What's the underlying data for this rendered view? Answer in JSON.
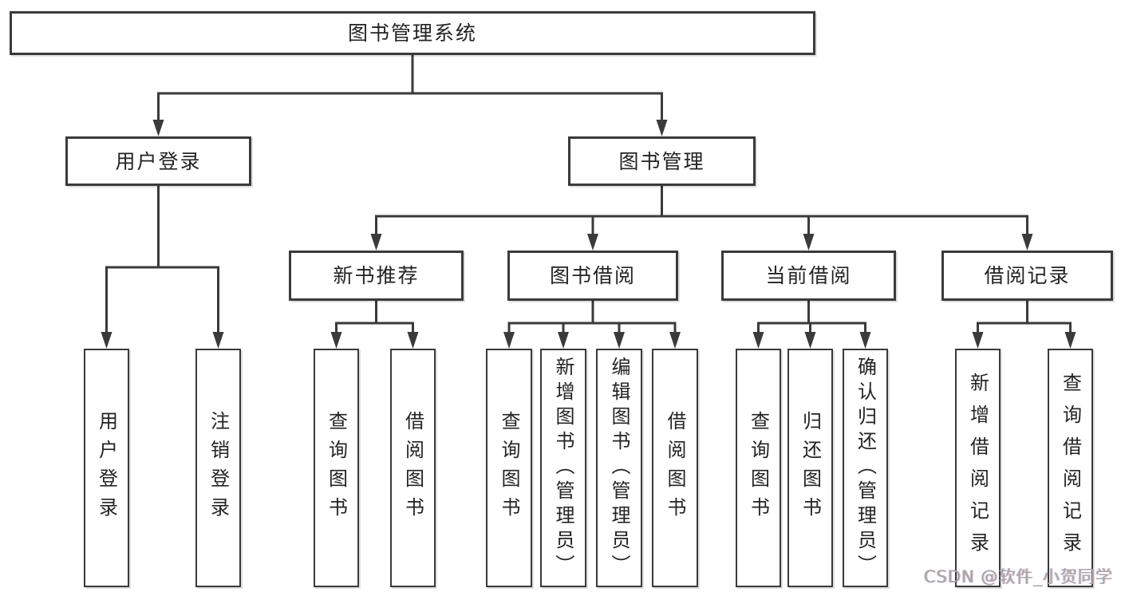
{
  "diagram_type": "hierarchy-tree",
  "root": {
    "label": "图书管理系统"
  },
  "branches": [
    {
      "label": "用户登录",
      "children": [
        {
          "label": "用户登录"
        },
        {
          "label": "注销登录"
        }
      ]
    },
    {
      "label": "图书管理",
      "children": [
        {
          "label": "新书推荐",
          "children": [
            {
              "label": "查询图书"
            },
            {
              "label": "借阅图书"
            }
          ]
        },
        {
          "label": "图书借阅",
          "children": [
            {
              "label": "查询图书"
            },
            {
              "label": "新增图书（管理员）"
            },
            {
              "label": "编辑图书（管理员）"
            },
            {
              "label": "借阅图书"
            }
          ]
        },
        {
          "label": "当前借阅",
          "children": [
            {
              "label": "查询图书"
            },
            {
              "label": "归还图书"
            },
            {
              "label": "确认归还（管理员）"
            }
          ]
        },
        {
          "label": "借阅记录",
          "children": [
            {
              "label": "新增借阅记录"
            },
            {
              "label": "查询借阅记录"
            }
          ]
        }
      ]
    }
  ],
  "watermark": "CSDN @软件_小贺同学",
  "colors": {
    "line": "#3a3a3a",
    "box_border": "#3a3a3a",
    "box_background": "#ffffff",
    "text": "#232323",
    "watermark": "#a6a6a6",
    "page_background": "#ffffff"
  }
}
